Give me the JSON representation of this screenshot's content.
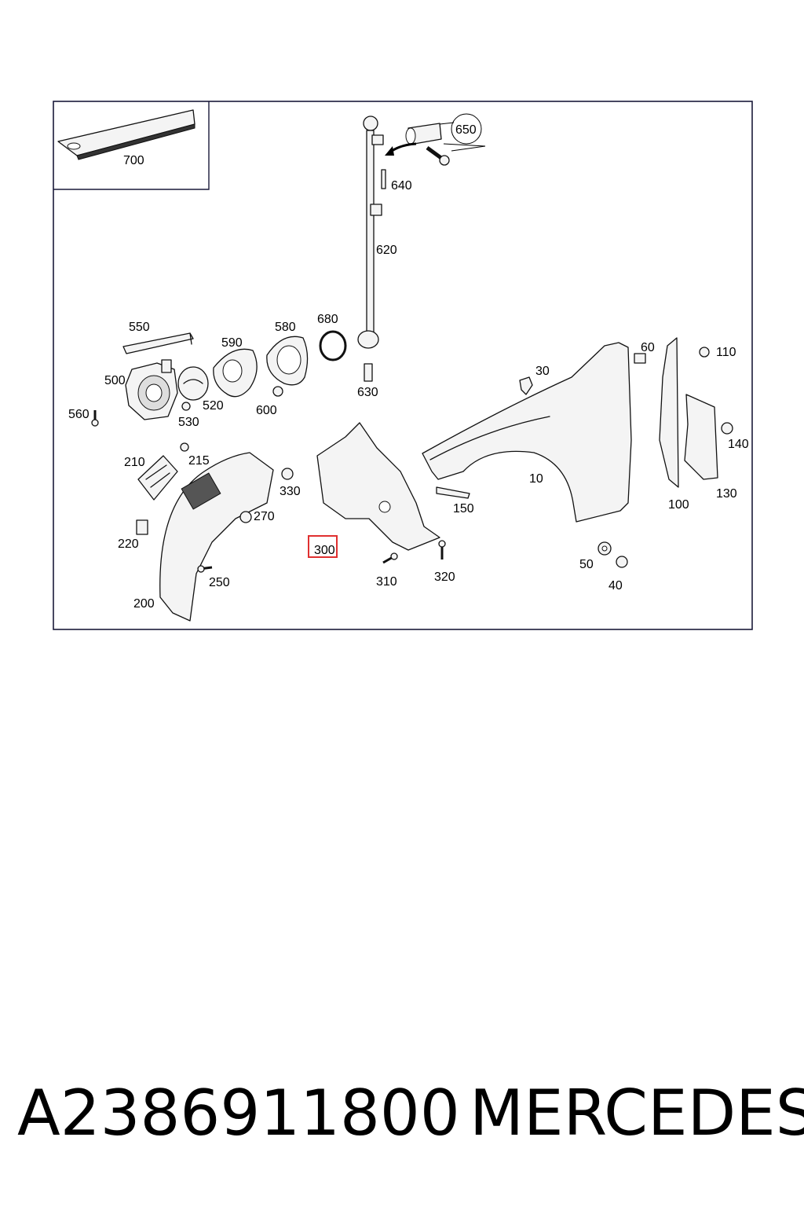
{
  "caption": {
    "part_number": "A2386911800",
    "brand": "MERCEDES"
  },
  "diagram": {
    "highlight_color": "#e03030",
    "highlighted_label": "300",
    "labels": {
      "l700": "700",
      "l650": "650",
      "l640": "640",
      "l620": "620",
      "l550": "550",
      "l590": "590",
      "l580": "580",
      "l680": "680",
      "l500": "500",
      "l520": "520",
      "l530": "530",
      "l560": "560",
      "l600": "600",
      "l630": "630",
      "l30": "30",
      "l60": "60",
      "l110": "110",
      "l140": "140",
      "l130": "130",
      "l100": "100",
      "l10": "10",
      "l150": "150",
      "l210": "210",
      "l215": "215",
      "l220": "220",
      "l270": "270",
      "l250": "250",
      "l200": "200",
      "l330": "330",
      "l300": "300",
      "l310": "310",
      "l320": "320",
      "l50": "50",
      "l40": "40"
    }
  }
}
